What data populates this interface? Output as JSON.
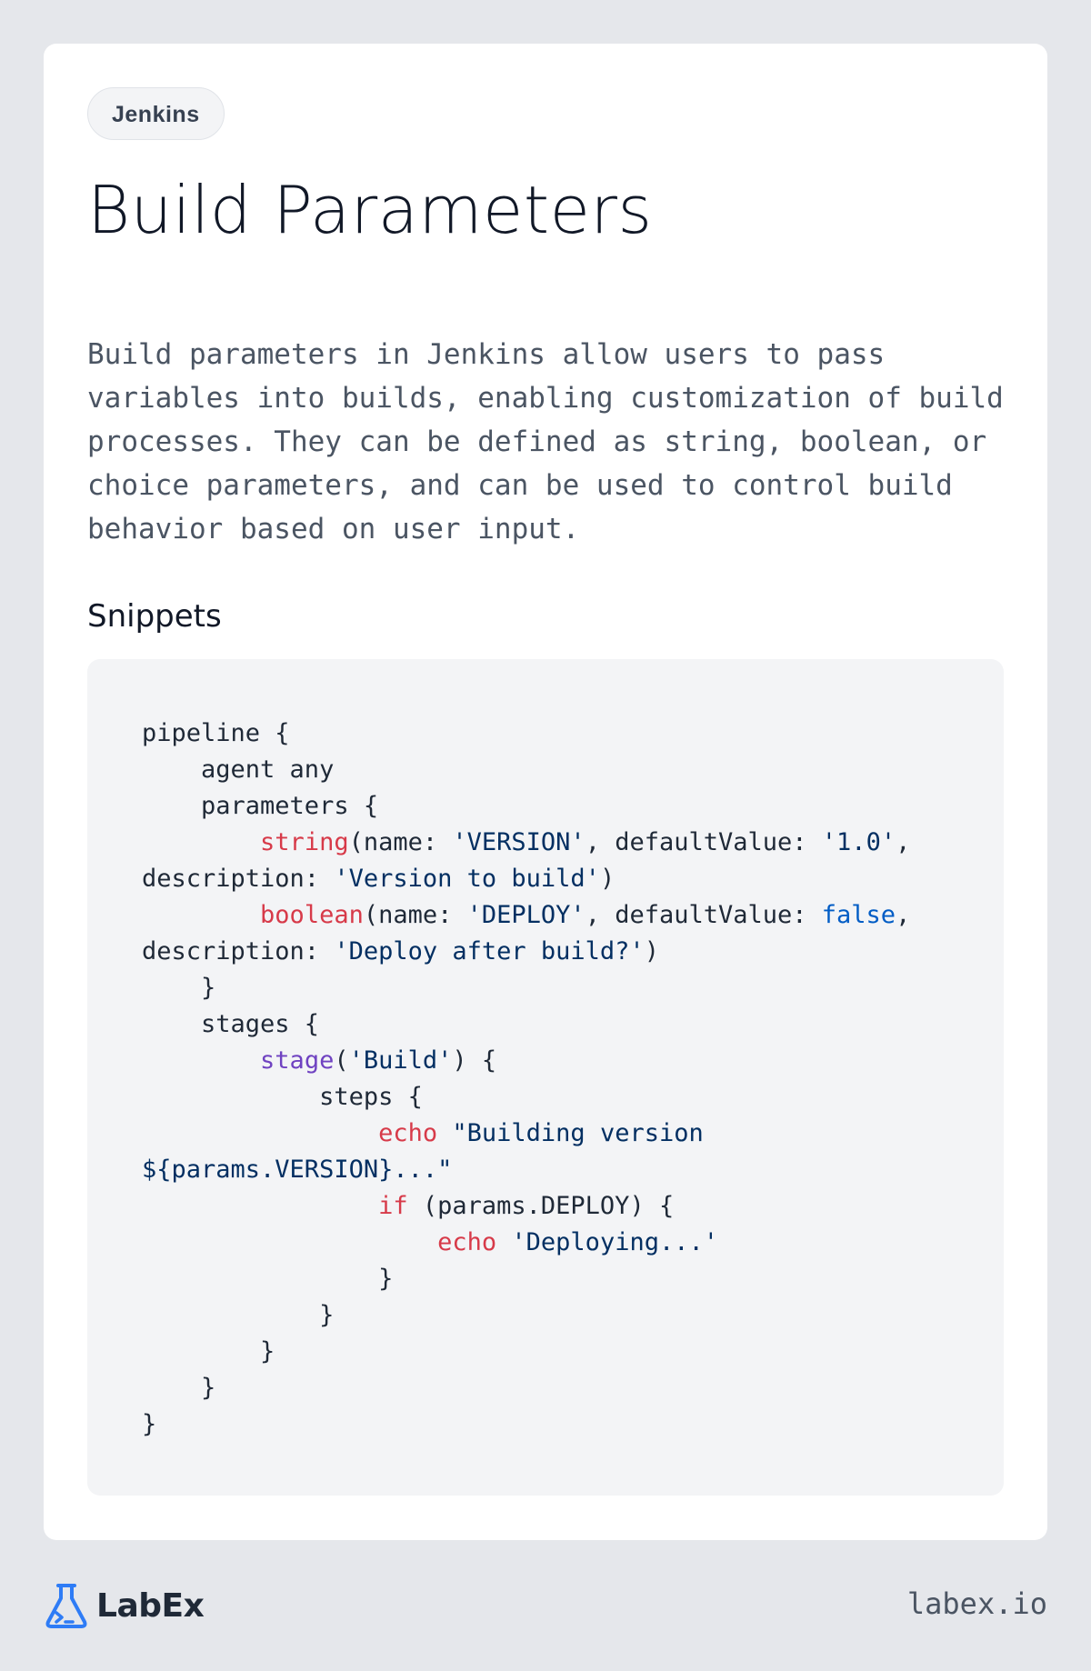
{
  "card": {
    "tag": "Jenkins",
    "title": "Build Parameters",
    "description": "Build parameters in Jenkins allow users to pass variables into builds, enabling customization of build processes. They can be defined as string, boolean, or choice parameters, and can be used to control build behavior based on user input.",
    "section_title": "Snippets"
  },
  "code": {
    "l1": "pipeline {",
    "l2": "    agent any",
    "l3": "    parameters {",
    "l4_indent": "        ",
    "l4_fn": "string",
    "l4_a": "(name: ",
    "l4_s1": "'VERSION'",
    "l4_b": ", defaultValue: ",
    "l4_s2": "'1.0'",
    "l4_c": ",",
    "l5_a": "description: ",
    "l5_s": "'Version to build'",
    "l5_b": ")",
    "l6_indent": "        ",
    "l6_fn": "boolean",
    "l6_a": "(name: ",
    "l6_s1": "'DEPLOY'",
    "l6_b": ", defaultValue: ",
    "l6_bool": "false",
    "l6_c": ",",
    "l7_a": "description: ",
    "l7_s": "'Deploy after build?'",
    "l7_b": ")",
    "l8": "    }",
    "l9": "    stages {",
    "l10_indent": "        ",
    "l10_fn": "stage",
    "l10_a": "(",
    "l10_s": "'Build'",
    "l10_b": ") {",
    "l11": "            steps {",
    "l12_indent": "                ",
    "l12_kw": "echo",
    "l12_a": " ",
    "l12_s": "\"Building version",
    "l13_s": "${params.VERSION}...\"",
    "l14_indent": "                ",
    "l14_kw": "if",
    "l14_a": " (params.DEPLOY) {",
    "l15_indent": "                    ",
    "l15_kw": "echo",
    "l15_a": " ",
    "l15_s": "'Deploying...'",
    "l16": "                }",
    "l17": "            }",
    "l18": "        }",
    "l19": "    }",
    "l20": "}"
  },
  "footer": {
    "logo_text": "LabEx",
    "logo_icon": "flask-icon",
    "url": "labex.io"
  },
  "colors": {
    "keyword": "#d73a49",
    "function": "#6f42c1",
    "string": "#032f62",
    "boolean": "#005cc5",
    "logo_blue": "#2e7cf6"
  }
}
